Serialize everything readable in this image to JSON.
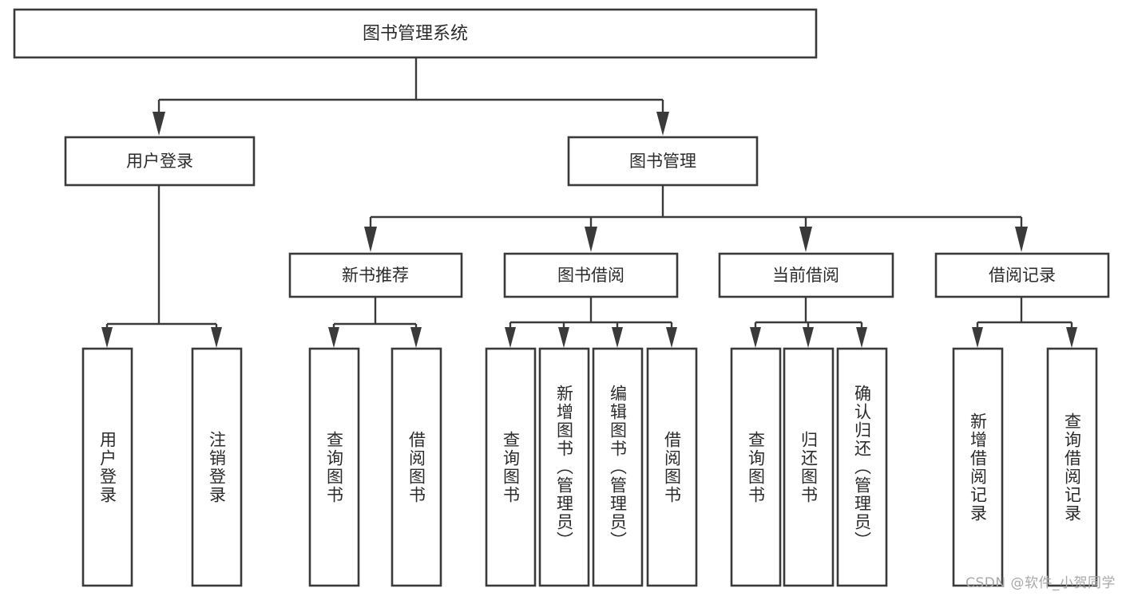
{
  "diagram": {
    "title": "图书管理系统",
    "type": "tree-hierarchy-chart",
    "orientation": "top-down",
    "watermark": "CSDN @软件_小贺同学",
    "colors": {
      "box_stroke": "#3a3a3a",
      "box_fill": "#ffffff",
      "connector": "#3a3a3a",
      "text": "#2b2b2b",
      "watermark": "#a9a9a9",
      "background": "#ffffff"
    },
    "nodes": {
      "root": {
        "label": "图书管理系统",
        "level": 0
      },
      "level1": [
        {
          "id": "user-login",
          "label": "用户登录"
        },
        {
          "id": "book-manage",
          "label": "图书管理"
        }
      ],
      "level2": [
        {
          "id": "new-book-recommend",
          "label": "新书推荐",
          "parent": "book-manage"
        },
        {
          "id": "book-borrow",
          "label": "图书借阅",
          "parent": "book-manage"
        },
        {
          "id": "current-borrow",
          "label": "当前借阅",
          "parent": "book-manage"
        },
        {
          "id": "borrow-record",
          "label": "借阅记录",
          "parent": "book-manage"
        }
      ],
      "leaves": [
        {
          "id": "leaf-user-login",
          "label": "用户登录",
          "parent": "user-login"
        },
        {
          "id": "leaf-logout",
          "label": "注销登录",
          "parent": "user-login"
        },
        {
          "id": "leaf-query-book-1",
          "label": "查询图书",
          "parent": "new-book-recommend"
        },
        {
          "id": "leaf-borrow-book-1",
          "label": "借阅图书",
          "parent": "new-book-recommend"
        },
        {
          "id": "leaf-query-book-2",
          "label": "查询图书",
          "parent": "book-borrow"
        },
        {
          "id": "leaf-add-book",
          "label": "新增图书（管理员）",
          "parent": "book-borrow"
        },
        {
          "id": "leaf-edit-book",
          "label": "编辑图书（管理员）",
          "parent": "book-borrow"
        },
        {
          "id": "leaf-borrow-book-2",
          "label": "借阅图书",
          "parent": "book-borrow"
        },
        {
          "id": "leaf-query-book-3",
          "label": "查询图书",
          "parent": "current-borrow"
        },
        {
          "id": "leaf-return-book",
          "label": "归还图书",
          "parent": "current-borrow"
        },
        {
          "id": "leaf-confirm-return",
          "label": "确认归还（管理员）",
          "parent": "current-borrow"
        },
        {
          "id": "leaf-add-record",
          "label": "新增借阅记录",
          "parent": "borrow-record"
        },
        {
          "id": "leaf-query-record",
          "label": "查询借阅记录",
          "parent": "borrow-record"
        }
      ]
    }
  }
}
